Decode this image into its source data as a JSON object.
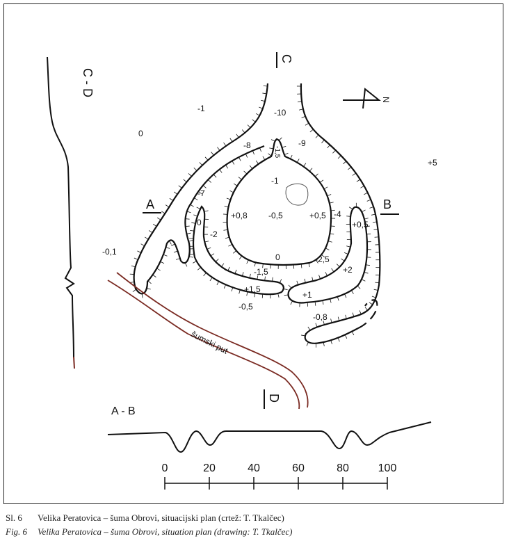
{
  "plan": {
    "section_labels": {
      "A": "A",
      "B": "B",
      "C": "C",
      "D": "D"
    },
    "profile_cd_label": "C - D",
    "profile_ab_label": "A - B",
    "north_label": "N",
    "road_label": "šumski put",
    "elevations": [
      "-1",
      "0",
      "-10",
      "-8",
      "-9",
      "-1,5",
      "+5",
      "-1",
      "-7",
      "0",
      "+0,8",
      "-0,5",
      "+0,5",
      "-4",
      "+0,5",
      "-2",
      "-0,1",
      "0",
      "-2,5",
      "-1,5",
      "+2",
      "+1,5",
      "+1",
      "-0,5",
      "-0,8"
    ],
    "scale": {
      "ticks": [
        "0",
        "20",
        "40",
        "60",
        "80",
        "100"
      ]
    }
  },
  "caption": {
    "sl_number": "Sl. 6",
    "sl_text": "Velika Peratovica – šuma Obrovi, situacijski plan (crtež: T. Tkalčec)",
    "fig_number": "Fig. 6",
    "fig_text": "Velika Peratovica – šuma Obrovi, situation plan (drawing: T. Tkalčec)"
  },
  "colors": {
    "line": "#111111",
    "road": "#7a2a22"
  }
}
